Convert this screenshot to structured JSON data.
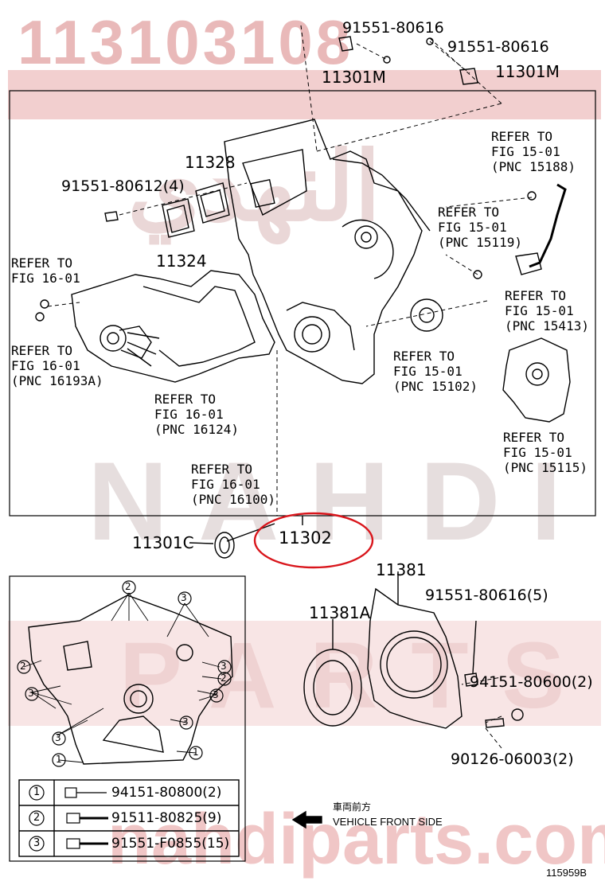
{
  "watermark": {
    "part_number": "113103108",
    "brand": "NAHDI",
    "brand2": "PARTS",
    "arabic": "النهدي",
    "site": "nahdiparts.com"
  },
  "callouts": {
    "c1": "91551-80616",
    "c2": "91551-80616",
    "c3": "11301M",
    "c4": "11301M",
    "c5": "REFER TO\nFIG 15-01\n(PNC 15188)",
    "c6": "11328",
    "c7": "91551-80612(4)",
    "c8": "REFER TO\nFIG 15-01\n(PNC 15119)",
    "c9": "11324",
    "c10": "REFER TO\nFIG 16-01",
    "c11": "REFER TO\nFIG 15-01\n(PNC 15413)",
    "c12": "REFER TO\nFIG 16-01\n(PNC 16193A)",
    "c13": "REFER TO\nFIG 15-01\n(PNC 15102)",
    "c14": "REFER TO\nFIG 16-01\n(PNC 16124)",
    "c15": "REFER TO\nFIG 15-01\n(PNC 15115)",
    "c16": "REFER TO\nFIG 16-01\n(PNC 16100)",
    "c17": "11301C",
    "c18": "11302",
    "c19": "11381",
    "c20": "11381A",
    "c21": "91551-80616(5)",
    "c22": "94151-80600(2)",
    "c23": "90126-06003(2)"
  },
  "inset": {
    "markers": [
      "1",
      "2",
      "3"
    ],
    "legend": [
      {
        "marker": "1",
        "part": "94151-80800(2)"
      },
      {
        "marker": "2",
        "part": "91511-80825(9)"
      },
      {
        "marker": "3",
        "part": "91551-F0855(15)"
      }
    ]
  },
  "direction": {
    "japanese": "車両前方",
    "english": "VEHICLE FRONT SIDE"
  },
  "figure_id": "115959B",
  "highlight_color": "#d9161c"
}
